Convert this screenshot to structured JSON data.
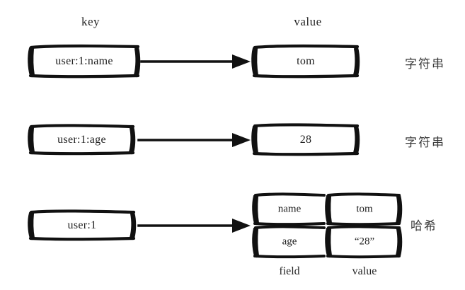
{
  "diagram": {
    "title_hidden": "",
    "headers": {
      "key": "key",
      "value": "value"
    },
    "footers": {
      "field": "field",
      "value": "value"
    },
    "ink_color": "#111111",
    "rows": [
      {
        "id": "row-string-name",
        "key": "user:1:name",
        "value": "tom",
        "type_label": "字符串",
        "arrow": "arrow-right"
      },
      {
        "id": "row-string-age",
        "key": "user:1:age",
        "value": "28",
        "type_label": "字符串",
        "arrow": "arrow-right"
      },
      {
        "id": "row-hash",
        "key": "user:1",
        "type_label": "哈希",
        "arrow": "arrow-right",
        "table": {
          "columns": [
            "field",
            "value"
          ],
          "rows": [
            {
              "field": "name",
              "value": "tom"
            },
            {
              "field": "age",
              "value": "“28”"
            }
          ]
        }
      }
    ]
  }
}
